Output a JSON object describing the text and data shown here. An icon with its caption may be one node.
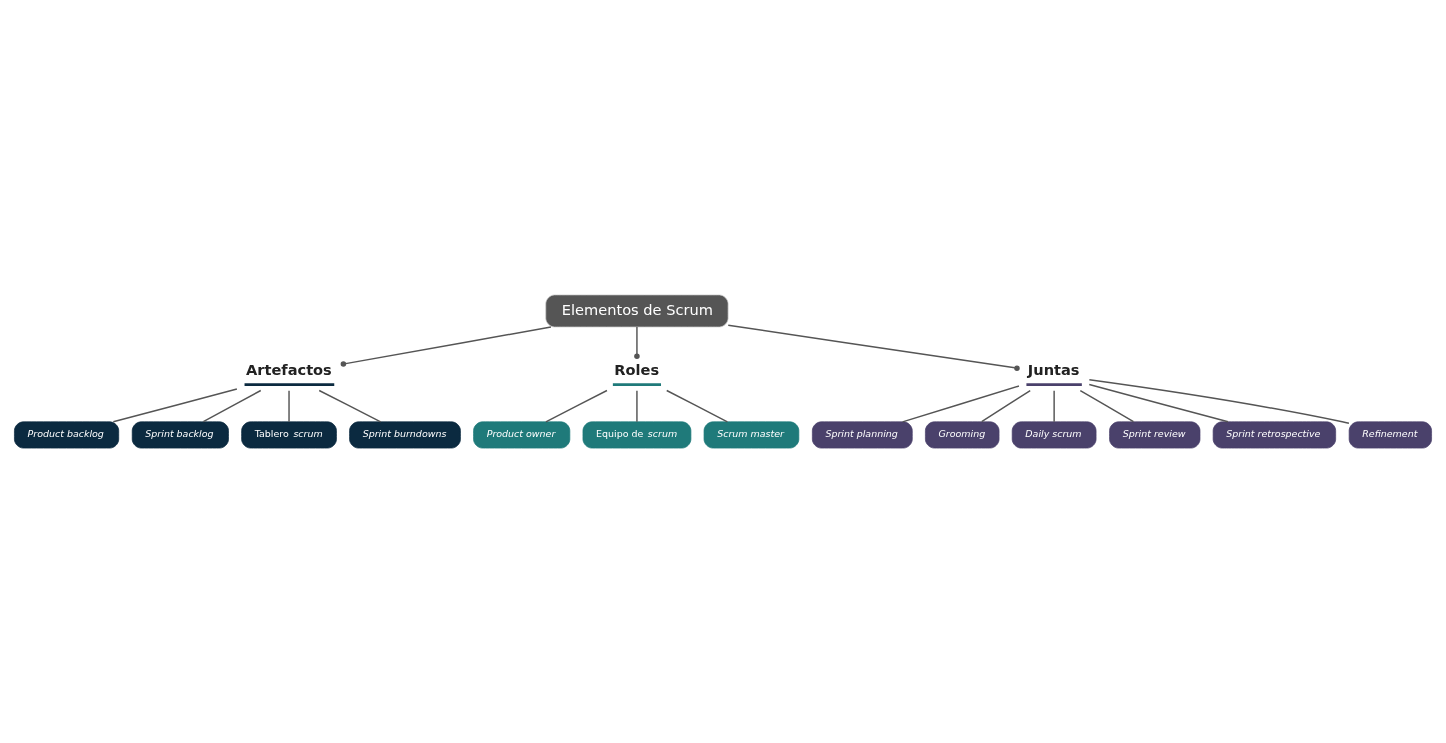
{
  "diagram": {
    "nodes": [
      {
        "text": [
          "Elementos de Scrum"
        ]
      },
      {
        "text": [
          "Artefactos"
        ]
      },
      {
        "text": [
          "Roles"
        ]
      },
      {
        "text": [
          "Juntas"
        ]
      },
      {
        "text": [
          "Product backlog"
        ]
      },
      {
        "text": [
          "Sprint backlog"
        ]
      },
      {
        "text": [
          "Tablero *scrum*"
        ]
      },
      {
        "text": [
          "Sprint burndowns"
        ]
      },
      {
        "text": [
          "Product owner"
        ]
      },
      {
        "text": [
          "Equipo de *scrum*"
        ]
      },
      {
        "text": [
          "Scrum master"
        ]
      },
      {
        "text": [
          "Sprint planning"
        ]
      },
      {
        "text": [
          "Grooming"
        ]
      },
      {
        "text": [
          "Daily scrum"
        ]
      },
      {
        "text": [
          "Sprint review"
        ]
      },
      {
        "text": [
          "Sprint retrospective"
        ]
      },
      {
        "text": [
          "Refinement"
        ]
      }
    ],
    "edges": [
      {
        "from": 0,
        "to": 1,
        "arrow": "other"
      },
      {
        "from": 0,
        "to": 2,
        "arrow": "other"
      },
      {
        "from": 0,
        "to": 3,
        "arrow": "other"
      },
      {
        "from": 1,
        "to": 4,
        "arrow": "none"
      },
      {
        "from": 1,
        "to": 5,
        "arrow": "none"
      },
      {
        "from": 1,
        "to": 6,
        "arrow": "none"
      },
      {
        "from": 1,
        "to": 7,
        "arrow": "none"
      },
      {
        "from": 2,
        "to": 8,
        "arrow": "none"
      },
      {
        "from": 2,
        "to": 9,
        "arrow": "none"
      },
      {
        "from": 2,
        "to": 10,
        "arrow": "none"
      },
      {
        "from": 3,
        "to": 11,
        "arrow": "none"
      },
      {
        "from": 3,
        "to": 12,
        "arrow": "none"
      },
      {
        "from": 3,
        "to": 13,
        "arrow": "none"
      },
      {
        "from": 3,
        "to": 14,
        "arrow": "none"
      },
      {
        "from": 3,
        "to": 15,
        "arrow": "none"
      },
      {
        "from": 3,
        "to": 16,
        "arrow": "none"
      }
    ]
  }
}
